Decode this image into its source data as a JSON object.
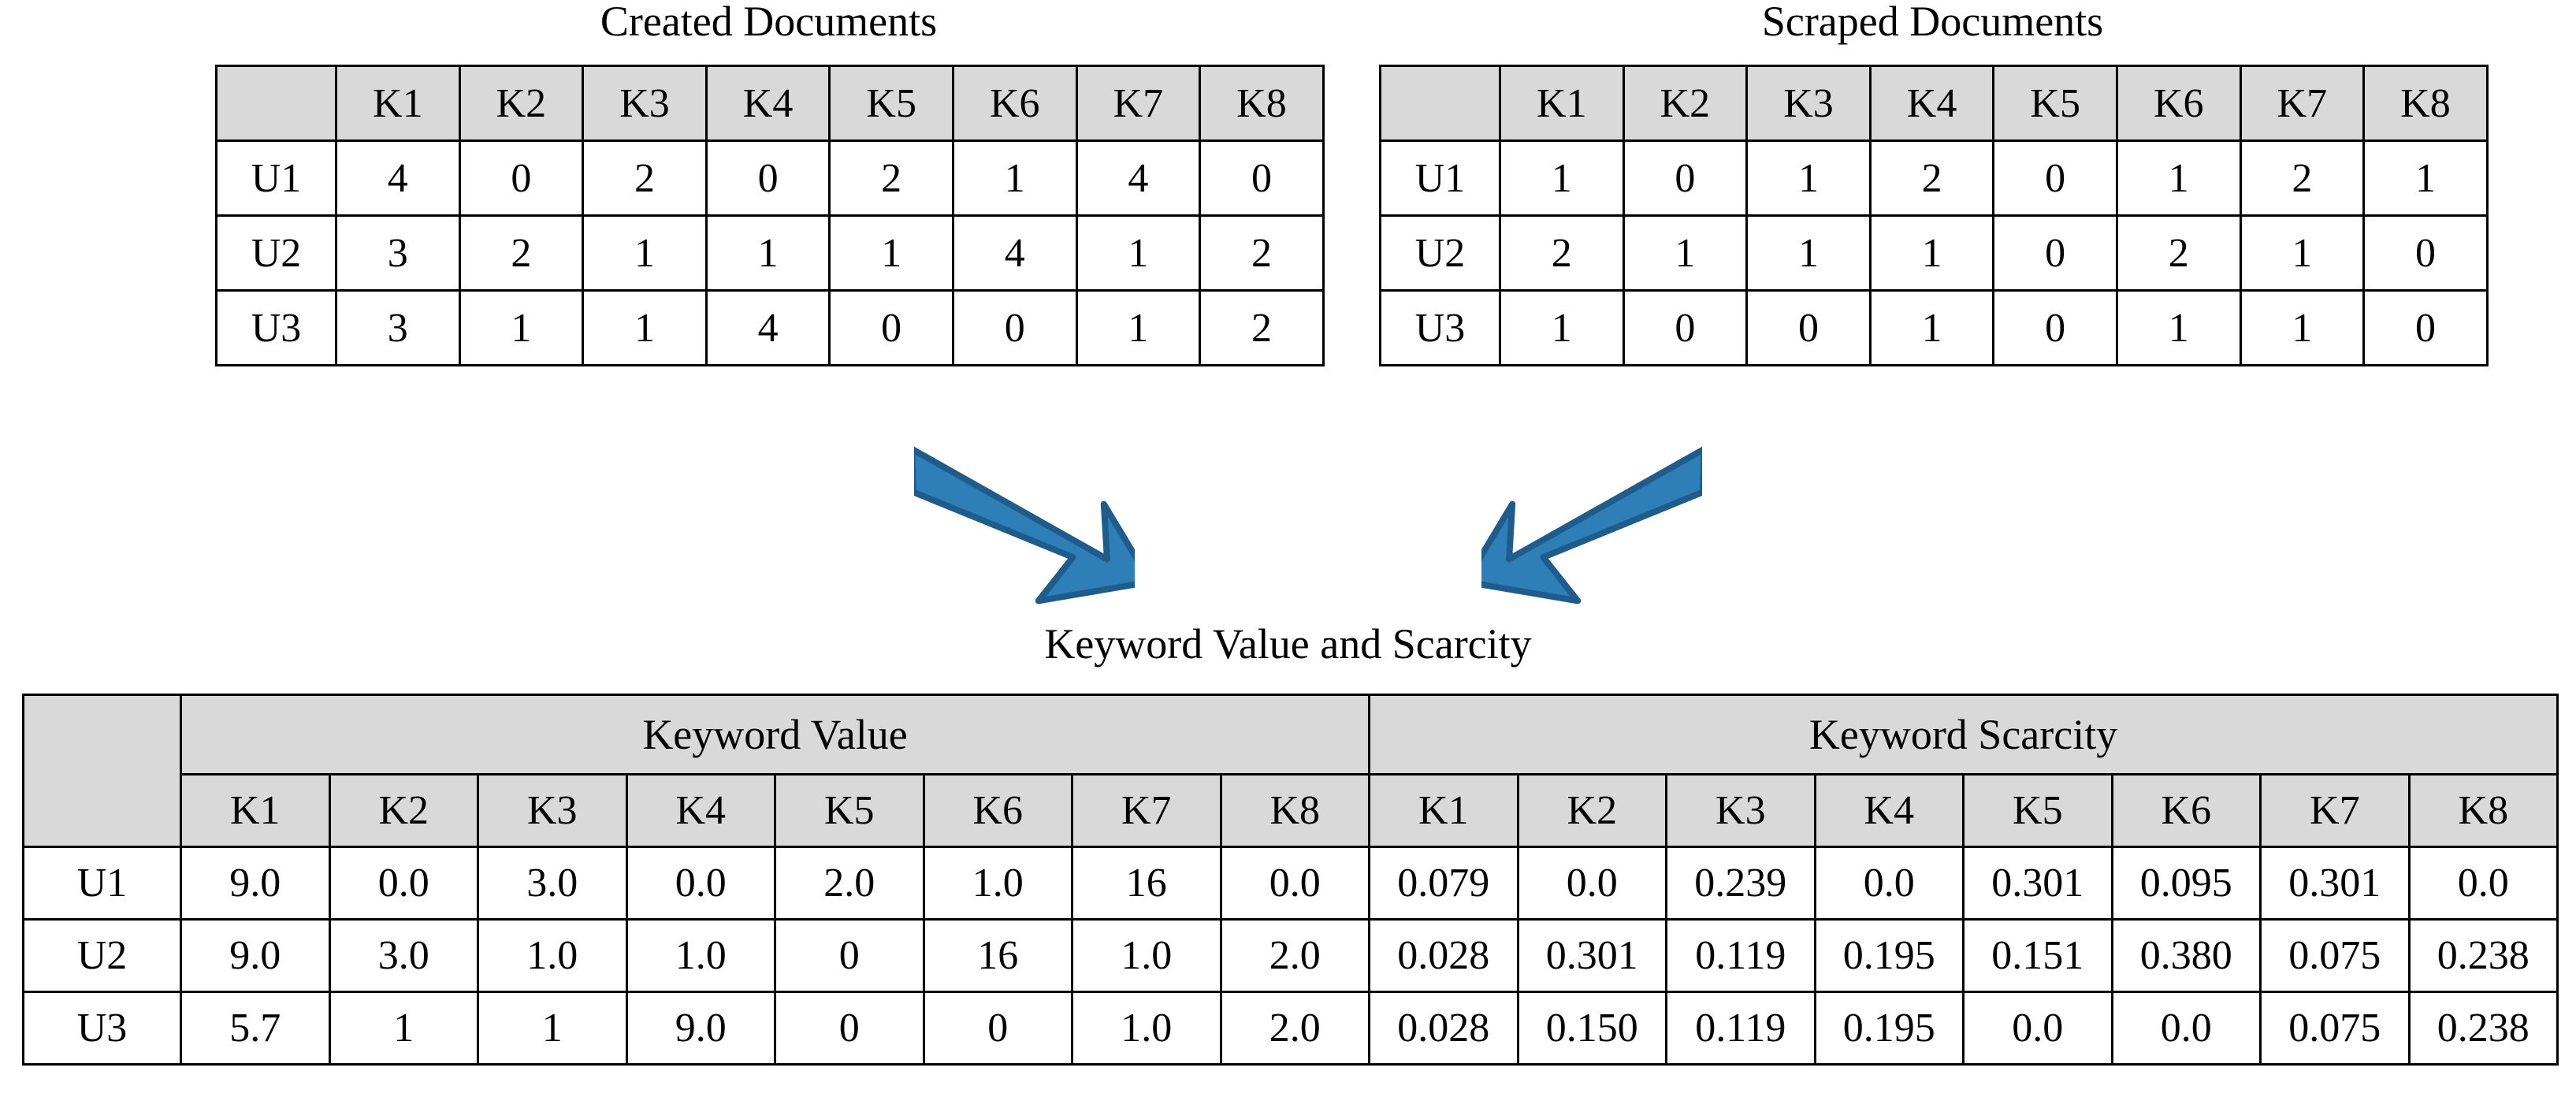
{
  "figure": {
    "background_color": "#ffffff",
    "header_fill": "#d9d9d9",
    "border_color": "#000000",
    "arrow_fill": "#2e7eb8",
    "arrow_stroke": "#1f5c8c"
  },
  "top_tables": [
    {
      "title": "Created Documents",
      "corner_label": "",
      "columns": [
        "K1",
        "K2",
        "K3",
        "K4",
        "K5",
        "K6",
        "K7",
        "K8"
      ],
      "rows": [
        {
          "label": "U1",
          "values": [
            "4",
            "0",
            "2",
            "0",
            "2",
            "1",
            "4",
            "0"
          ]
        },
        {
          "label": "U2",
          "values": [
            "3",
            "2",
            "1",
            "1",
            "1",
            "4",
            "1",
            "2"
          ]
        },
        {
          "label": "U3",
          "values": [
            "3",
            "1",
            "1",
            "4",
            "0",
            "0",
            "1",
            "2"
          ]
        }
      ]
    },
    {
      "title": "Scraped Documents",
      "corner_label": "",
      "columns": [
        "K1",
        "K2",
        "K3",
        "K4",
        "K5",
        "K6",
        "K7",
        "K8"
      ],
      "rows": [
        {
          "label": "U1",
          "values": [
            "1",
            "0",
            "1",
            "2",
            "0",
            "1",
            "2",
            "1"
          ]
        },
        {
          "label": "U2",
          "values": [
            "2",
            "1",
            "1",
            "1",
            "0",
            "2",
            "1",
            "0"
          ]
        },
        {
          "label": "U3",
          "values": [
            "1",
            "0",
            "0",
            "1",
            "0",
            "1",
            "1",
            "0"
          ]
        }
      ]
    }
  ],
  "arrows": [
    {
      "name": "arrow-created-to-combined",
      "direction": "down-right"
    },
    {
      "name": "arrow-scraped-to-combined",
      "direction": "down-left"
    }
  ],
  "bottom_table": {
    "title": "Keyword Value and Scarcity",
    "corner_label": "",
    "groups": [
      {
        "label": "Keyword Value",
        "span": 8
      },
      {
        "label": "Keyword Scarcity",
        "span": 8
      }
    ],
    "columns": [
      "K1",
      "K2",
      "K3",
      "K4",
      "K5",
      "K6",
      "K7",
      "K8",
      "K1",
      "K2",
      "K3",
      "K4",
      "K5",
      "K6",
      "K7",
      "K8"
    ],
    "rows": [
      {
        "label": "U1",
        "values": [
          "9.0",
          "0.0",
          "3.0",
          "0.0",
          "2.0",
          "1.0",
          "16",
          "0.0",
          "0.079",
          "0.0",
          "0.239",
          "0.0",
          "0.301",
          "0.095",
          "0.301",
          "0.0"
        ]
      },
      {
        "label": "U2",
        "values": [
          "9.0",
          "3.0",
          "1.0",
          "1.0",
          "0",
          "16",
          "1.0",
          "2.0",
          "0.028",
          "0.301",
          "0.119",
          "0.195",
          "0.151",
          "0.380",
          "0.075",
          "0.238"
        ]
      },
      {
        "label": "U3",
        "values": [
          "5.7",
          "1",
          "1",
          "9.0",
          "0",
          "0",
          "1.0",
          "2.0",
          "0.028",
          "0.150",
          "0.119",
          "0.195",
          "0.0",
          "0.0",
          "0.075",
          "0.238"
        ]
      }
    ]
  },
  "chart_data": {
    "type": "table",
    "title": "Keyword Value and Scarcity",
    "tables": [
      {
        "name": "Created Documents",
        "columns": [
          "K1",
          "K2",
          "K3",
          "K4",
          "K5",
          "K6",
          "K7",
          "K8"
        ],
        "index": [
          "U1",
          "U2",
          "U3"
        ],
        "data": [
          [
            4,
            0,
            2,
            0,
            2,
            1,
            4,
            0
          ],
          [
            3,
            2,
            1,
            1,
            1,
            4,
            1,
            2
          ],
          [
            3,
            1,
            1,
            4,
            0,
            0,
            1,
            2
          ]
        ]
      },
      {
        "name": "Scraped Documents",
        "columns": [
          "K1",
          "K2",
          "K3",
          "K4",
          "K5",
          "K6",
          "K7",
          "K8"
        ],
        "index": [
          "U1",
          "U2",
          "U3"
        ],
        "data": [
          [
            1,
            0,
            1,
            2,
            0,
            1,
            2,
            1
          ],
          [
            2,
            1,
            1,
            1,
            0,
            2,
            1,
            0
          ],
          [
            1,
            0,
            0,
            1,
            0,
            1,
            1,
            0
          ]
        ]
      },
      {
        "name": "Keyword Value",
        "columns": [
          "K1",
          "K2",
          "K3",
          "K4",
          "K5",
          "K6",
          "K7",
          "K8"
        ],
        "index": [
          "U1",
          "U2",
          "U3"
        ],
        "data": [
          [
            9.0,
            0.0,
            3.0,
            0.0,
            2.0,
            1.0,
            16,
            0.0
          ],
          [
            9.0,
            3.0,
            1.0,
            1.0,
            0,
            16,
            1.0,
            2.0
          ],
          [
            5.7,
            1,
            1,
            9.0,
            0,
            0,
            1.0,
            2.0
          ]
        ]
      },
      {
        "name": "Keyword Scarcity",
        "columns": [
          "K1",
          "K2",
          "K3",
          "K4",
          "K5",
          "K6",
          "K7",
          "K8"
        ],
        "index": [
          "U1",
          "U2",
          "U3"
        ],
        "data": [
          [
            0.079,
            0.0,
            0.239,
            0.0,
            0.301,
            0.095,
            0.301,
            0.0
          ],
          [
            0.028,
            0.301,
            0.119,
            0.195,
            0.151,
            0.38,
            0.075,
            0.238
          ],
          [
            0.028,
            0.15,
            0.119,
            0.195,
            0.0,
            0.0,
            0.075,
            0.238
          ]
        ]
      }
    ]
  }
}
